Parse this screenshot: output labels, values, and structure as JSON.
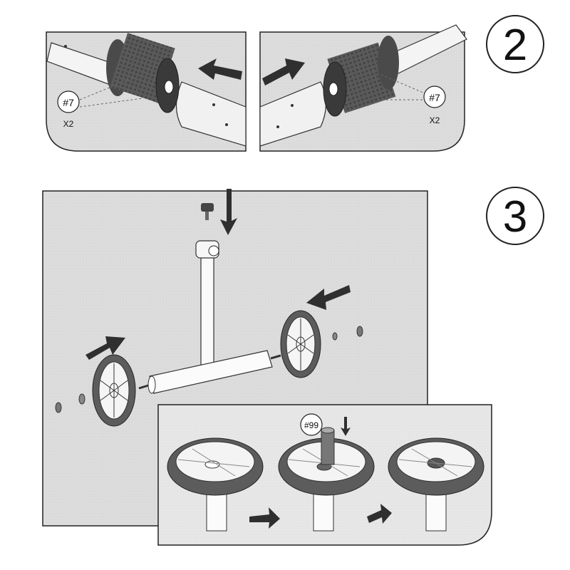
{
  "steps": [
    {
      "number": "2"
    },
    {
      "number": "3"
    }
  ],
  "panels": {
    "left": {
      "part_label": "#7",
      "qty_label": "X2"
    },
    "right": {
      "part_label": "#7",
      "qty_label": "X2"
    },
    "detail": {
      "part_label": "#99"
    }
  },
  "colors": {
    "panel_fill": "#dcdcdc",
    "inset_fill": "#e6e6e6",
    "outline": "#2a2a2a",
    "arrow": "#2f2f2f",
    "tire": "#6a6a6a"
  }
}
